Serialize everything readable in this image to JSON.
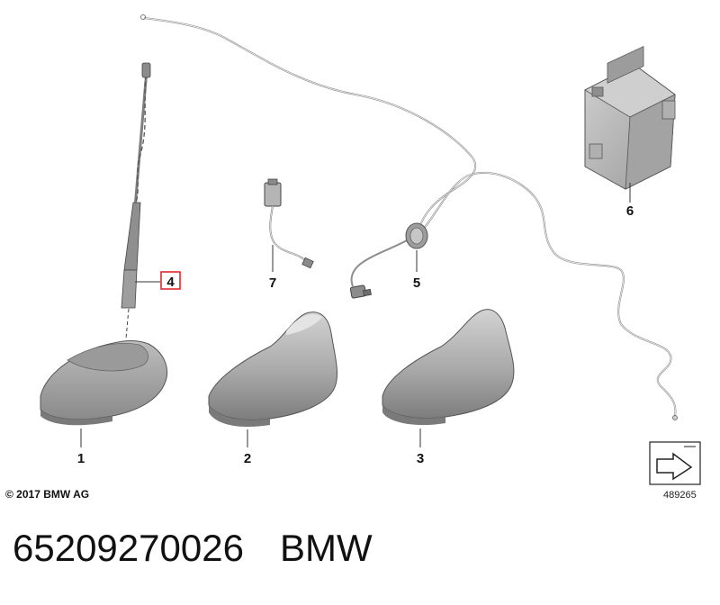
{
  "callouts": [
    {
      "id": "1",
      "label": "1"
    },
    {
      "id": "2",
      "label": "2"
    },
    {
      "id": "3",
      "label": "3"
    },
    {
      "id": "4",
      "label": "4",
      "highlighted": true
    },
    {
      "id": "5",
      "label": "5"
    },
    {
      "id": "6",
      "label": "6"
    },
    {
      "id": "7",
      "label": "7"
    }
  ],
  "copyright": "© 2017 BMW AG",
  "reference_number": "489265",
  "part_number": "65209270026",
  "brand": "BMW",
  "colors": {
    "highlight": "#e0282e",
    "part_fill": "#b7b7b7",
    "part_shade": "#8d8d8d",
    "line": "#555555"
  },
  "icons": [
    "navigation-arrow-icon"
  ]
}
